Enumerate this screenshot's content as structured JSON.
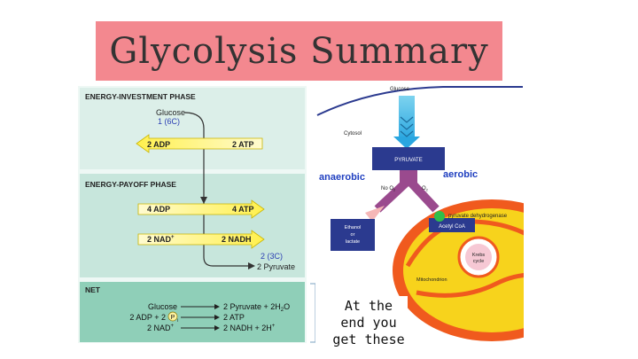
{
  "title": "Glycolysis Summary",
  "left_panel": {
    "investment": {
      "header": "ENERGY-INVESTMENT PHASE",
      "glucose": "Glucose",
      "glucose_carbons": "1 (6C)",
      "adp": "2 ADP",
      "atp": "2 ATP"
    },
    "payoff": {
      "header": "ENERGY-PAYOFF PHASE",
      "adp": "4 ADP",
      "atp": "4 ATP",
      "nad": "2 NAD",
      "nad_sup": "+",
      "nadh": "2 NADH",
      "pyruvate_carbons": "2 (3C)",
      "pyruvate": "2 Pyruvate"
    },
    "net": {
      "header": "NET",
      "rows": [
        {
          "left": "Glucose",
          "right": "2 Pyruvate + 2H",
          "right_sub": "2",
          "right_tail": "O"
        },
        {
          "left": "2 ADP + 2",
          "left_badge": "P",
          "left_sub": "i",
          "right": "2 ATP"
        },
        {
          "left": "2 NAD",
          "left_sup": "+",
          "right": "2 NADH + 2H",
          "right_sup": "+"
        }
      ]
    }
  },
  "right_panel": {
    "glucose": "Glucose",
    "cytosol": "Cytosol",
    "pyruvate": "PYRUVATE",
    "anaerobic": "anaerobic",
    "aerobic": "aerobic",
    "no_o2": "No O",
    "no_o2_sub": "2",
    "o2": "O",
    "o2_sub": "2",
    "enzyme": "pyruvate dehydrogenase",
    "acetyl": "Acetyl CoA",
    "ethanol": [
      "Ethanol",
      "or",
      "lactate"
    ],
    "krebs": [
      "Krebs",
      "cycle"
    ],
    "mito": "Mitochondrion"
  },
  "callout": [
    "At the",
    "end you",
    "get these"
  ],
  "colors": {
    "banner": "#f3888f",
    "panel_light": "#dcefe9",
    "panel_mid": "#c7e6dc",
    "panel_net": "#8fcfb8",
    "arrow_yellow": "#fff15a",
    "label_blue": "#2b3fb3",
    "mito_orange": "#f05a1e",
    "mito_yellow": "#f7d31c",
    "cytosol_navy": "#2b3a8f"
  }
}
